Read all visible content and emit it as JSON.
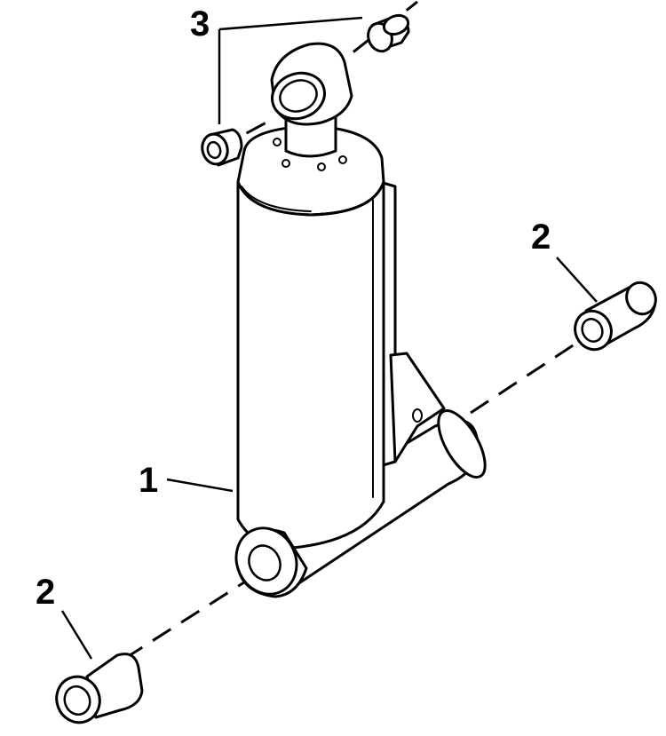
{
  "callouts": {
    "cylinder": "1",
    "pin_bushing_right": "2",
    "pin_bushing_left": "2",
    "rod_bushings": "3"
  },
  "colors": {
    "ink": "#000000",
    "paper": "#ffffff"
  }
}
